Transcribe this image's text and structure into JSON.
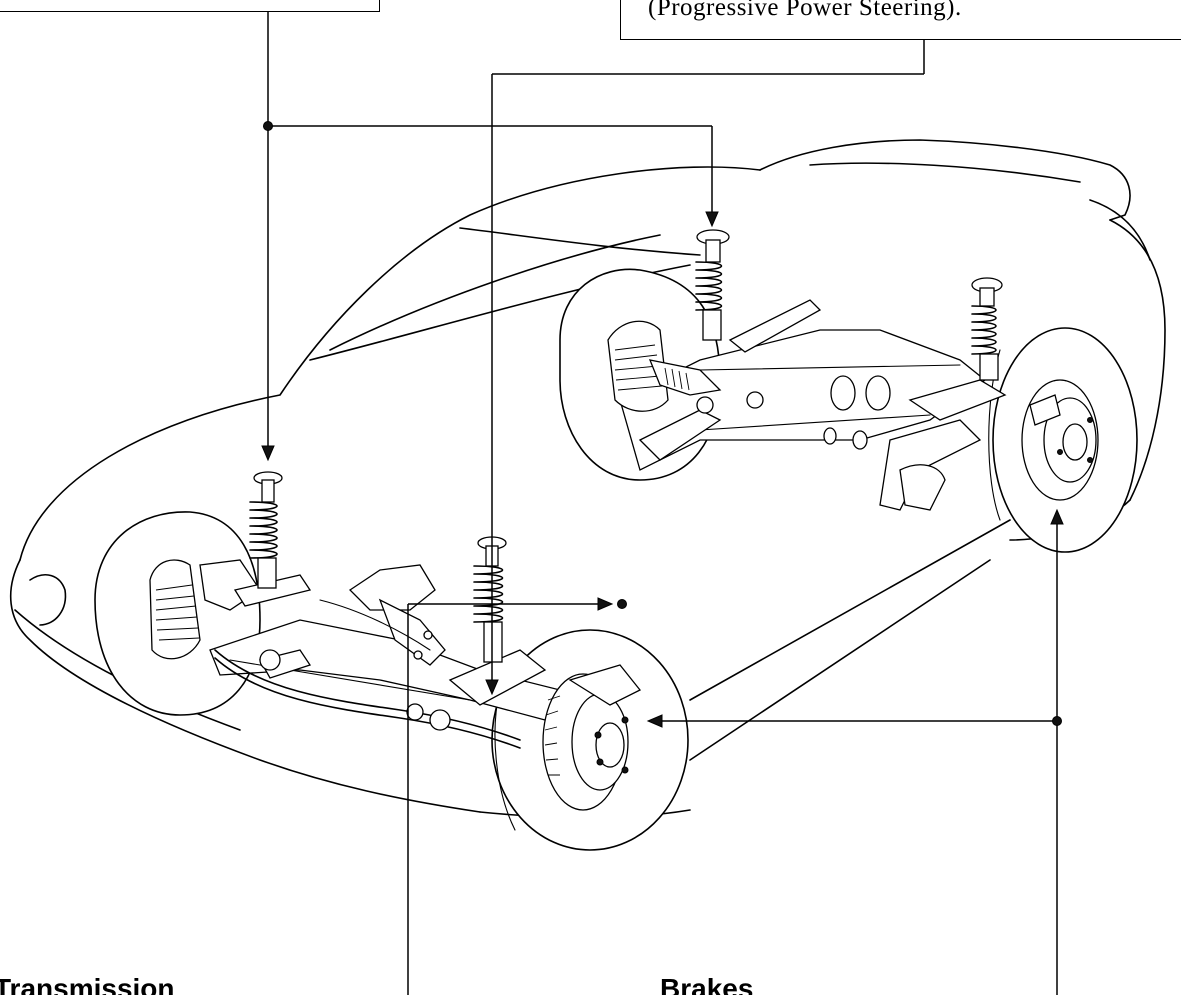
{
  "callouts": {
    "steering_text": "(Progressive Power Steering)."
  },
  "headings": {
    "transmission": "Transmission",
    "brakes": "Brakes"
  },
  "colors": {
    "ink": "#000000",
    "paper": "#ffffff"
  }
}
